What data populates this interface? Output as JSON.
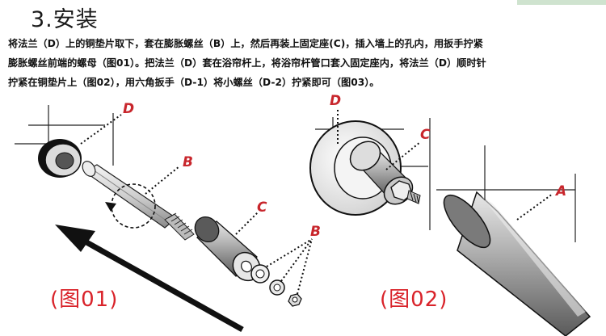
{
  "heading": "3.安装",
  "instructions": [
    "将法兰（D）上的铜垫片取下，套在膨胀螺丝（B）上，然后再装上固定座(C)，插入墙上的孔内，用扳手拧紧",
    "膨胀螺丝前端的螺母（图01）。把法兰（D）套在浴帘杆上，将浴帘杆管口套入固定座内，将法兰（D）顺时针",
    "拧紧在铜垫片上（图02），用六角扳手（D-1）将小螺丝（D-2）拧紧即可（图03）。"
  ],
  "callouts": {
    "fig01_D": "D",
    "fig01_B1": "B",
    "fig01_C": "C",
    "fig01_B2": "B",
    "fig02_D": "D",
    "fig02_C": "C",
    "fig02_A": "A"
  },
  "figure_labels": {
    "fig01": "(图01)",
    "fig02": "(图02)"
  },
  "colors": {
    "accent": "#c8262c",
    "label_red": "#d9232a"
  }
}
